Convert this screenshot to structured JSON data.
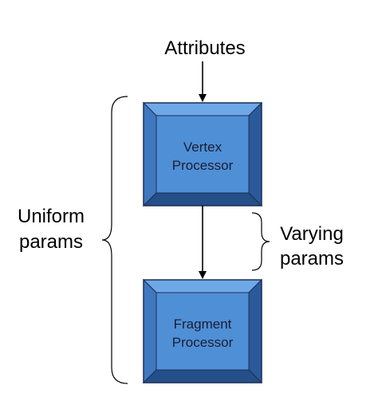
{
  "attributes_label": "Attributes",
  "uniform_label": [
    "Uniform",
    "params"
  ],
  "varying_label": [
    "Varying",
    "params"
  ],
  "vertex_box": {
    "lines": [
      "Vertex",
      "Processor"
    ]
  },
  "fragment_box": {
    "lines": [
      "Fragment",
      "Processor"
    ]
  },
  "colors": {
    "face": "#4f8fd6",
    "bevel_top": "#6fa8e6",
    "bevel_left": "#3f78bf",
    "bevel_right": "#2a5a9a",
    "bevel_bottom": "#244f88",
    "outline": "#1c2f55",
    "line": "#000000"
  }
}
